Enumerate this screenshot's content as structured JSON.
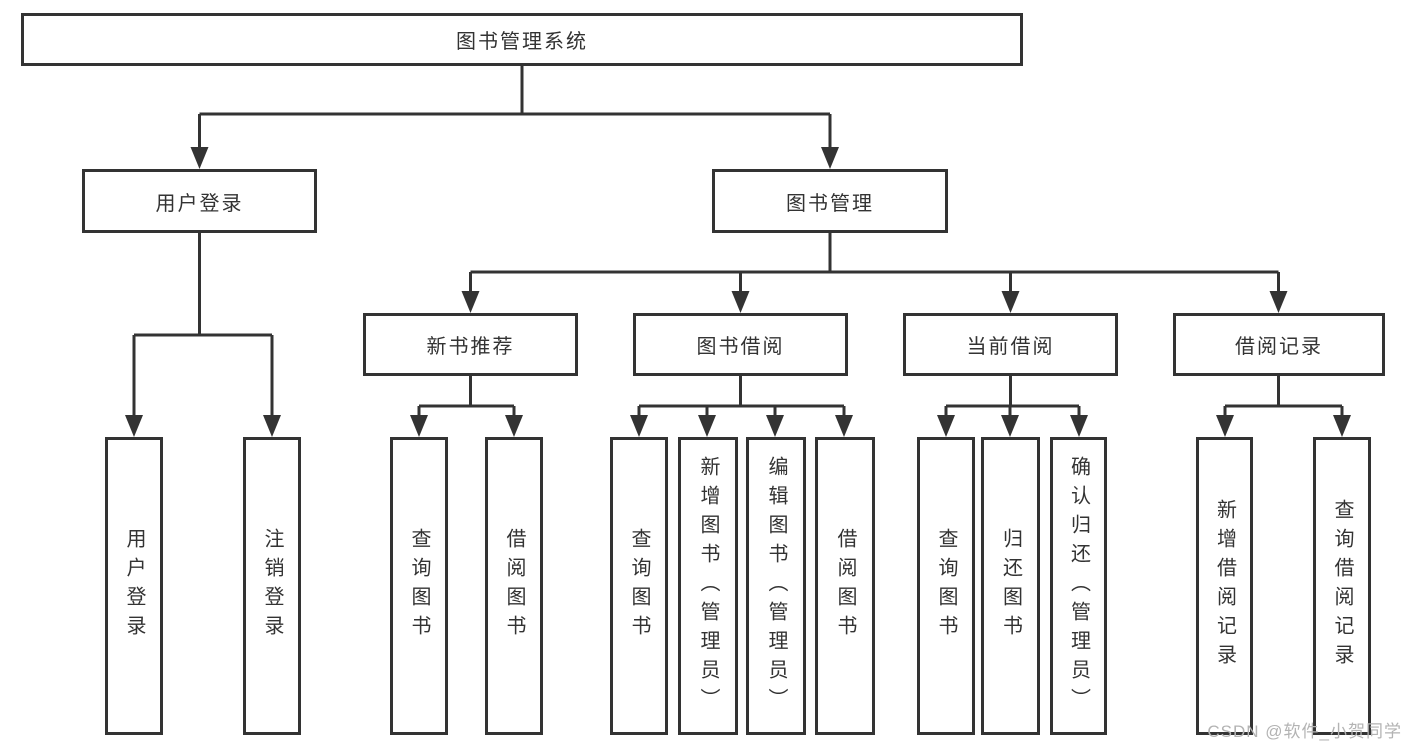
{
  "colors": {
    "line": "#333333",
    "box_border": "#333333",
    "box_background": "#ffffff",
    "text": "#333333",
    "watermark": "#b3b3b3",
    "page_background": "#ffffff"
  },
  "diagram": {
    "root": "图书管理系统",
    "level2": {
      "user_login": "用户登录",
      "book_mgmt": "图书管理"
    },
    "level3": {
      "new_book_rec": "新书推荐",
      "book_borrow": "图书借阅",
      "current_borrow": "当前借阅",
      "borrow_records": "借阅记录"
    },
    "leaves": {
      "user_login_children": {
        "login": "用户登录",
        "logout": "注销登录"
      },
      "new_book_rec_children": {
        "query_books": "查询图书",
        "borrow_books": "借阅图书"
      },
      "book_borrow_children": {
        "query_books": "查询图书",
        "add_books_admin": "新增图书（管理员）",
        "edit_books_admin": "编辑图书（管理员）",
        "borrow_books": "借阅图书"
      },
      "current_borrow_children": {
        "query_books": "查询图书",
        "return_books": "归还图书",
        "confirm_return_admin": "确认归还（管理员）"
      },
      "borrow_records_children": {
        "add_borrow_record": "新增借阅记录",
        "query_borrow_record": "查询借阅记录"
      }
    }
  },
  "watermark": "CSDN @软件_小贺同学"
}
